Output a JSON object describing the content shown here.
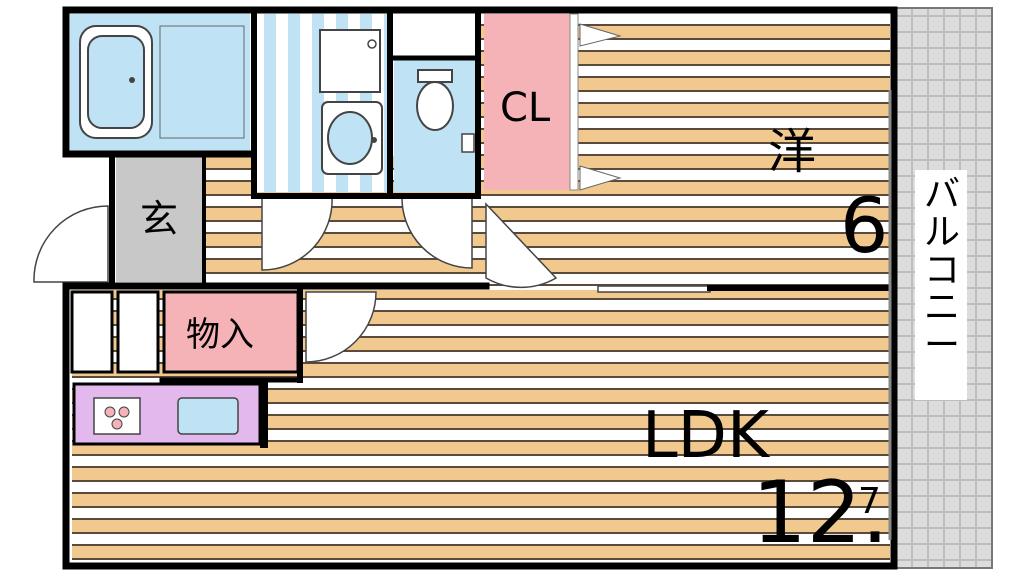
{
  "rooms": {
    "closet": {
      "label": "CL"
    },
    "western_room": {
      "label": "洋",
      "size": "6"
    },
    "entrance": {
      "label": "玄"
    },
    "storage": {
      "label": "物入"
    },
    "ldk": {
      "label": "LDK",
      "size": "12.",
      "size_fraction": "7"
    },
    "balcony": {
      "label": "バルコニー"
    }
  },
  "colors": {
    "floor_wood": "#f1c98f",
    "floor_stripe": "#ffffff",
    "bath_blue": "#bfe3f5",
    "closet_pink": "#f5b3b8",
    "storage_pink": "#f5b3b8",
    "kitchen_purple": "#e3b8ec",
    "entrance_gray": "#c8c8c8",
    "balcony_gray": "#bdbdbd",
    "wall": "#000000"
  }
}
